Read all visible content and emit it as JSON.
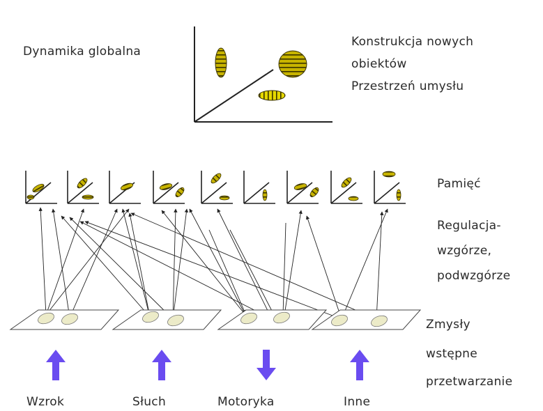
{
  "top": {
    "left_label": "Dynamika globalna",
    "right_line1": "Konstrukcja nowych",
    "right_line2": "obiektów",
    "right_line3": "Przestrzeń umysłu"
  },
  "side_labels": {
    "memory": "Pamięć",
    "regulation_line1": "Regulacja-",
    "regulation_line2": "wzgórze,",
    "regulation_line3": "podwzgórze",
    "senses_line1": "Zmysły",
    "senses_line2": "wstępne",
    "senses_line3": "przetwarzanie"
  },
  "modalities": [
    {
      "label": "Wzrok",
      "arrow": "up"
    },
    {
      "label": "Słuch",
      "arrow": "up"
    },
    {
      "label": "Motoryka",
      "arrow": "down"
    },
    {
      "label": "Inne",
      "arrow": "up"
    }
  ],
  "colors": {
    "arrow": "#6a4cf0",
    "blob_fill": "#c8b400",
    "blob_stripe": "#3a3300",
    "plane_blob": "#ecebc8",
    "line": "#222222"
  }
}
